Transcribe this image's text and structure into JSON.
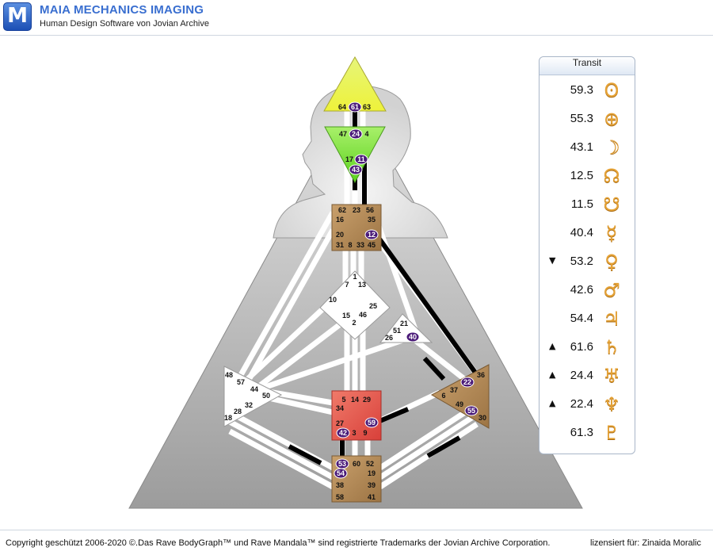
{
  "header": {
    "logo_letter": "M",
    "title": "MAIA MECHANICS IMAGING",
    "subtitle": "Human Design Software von Jovian Archive"
  },
  "transit": {
    "title": "Transit",
    "rows": [
      {
        "value": "59.3",
        "arrow": "",
        "glyph": "sun-icon",
        "symbol": "ʘ"
      },
      {
        "value": "55.3",
        "arrow": "",
        "glyph": "earth-icon",
        "symbol": "⊕"
      },
      {
        "value": "43.1",
        "arrow": "",
        "glyph": "moon-icon",
        "symbol": "☽"
      },
      {
        "value": "12.5",
        "arrow": "",
        "glyph": "north-node-icon",
        "symbol": "☊"
      },
      {
        "value": "11.5",
        "arrow": "",
        "glyph": "south-node-icon",
        "symbol": "☋"
      },
      {
        "value": "40.4",
        "arrow": "",
        "glyph": "mercury-icon",
        "symbol": "☿"
      },
      {
        "value": "53.2",
        "arrow": "▼",
        "glyph": "venus-icon",
        "symbol": "♀"
      },
      {
        "value": "42.6",
        "arrow": "",
        "glyph": "mars-icon",
        "symbol": "♂"
      },
      {
        "value": "54.4",
        "arrow": "",
        "glyph": "jupiter-icon",
        "symbol": "♃"
      },
      {
        "value": "61.6",
        "arrow": "▲",
        "glyph": "saturn-icon",
        "symbol": "♄"
      },
      {
        "value": "24.4",
        "arrow": "▲",
        "glyph": "uranus-icon",
        "symbol": "♅"
      },
      {
        "value": "22.4",
        "arrow": "▲",
        "glyph": "neptune-icon",
        "symbol": "♆"
      },
      {
        "value": "61.3",
        "arrow": "",
        "glyph": "pluto-icon",
        "symbol": "♇"
      }
    ]
  },
  "bodygraph": {
    "colors": {
      "head": "#eef23a",
      "ajna": "#6fdc2a",
      "throat": "#b68a58",
      "sacral": "#e8504a",
      "spleen_solar": "#b68a58",
      "root": "#b68a58",
      "undefined": "#ffffff",
      "activated_gate": "#4a1a78",
      "channel_active": "#000000",
      "channel_open": "#ffffff"
    },
    "gates": {
      "head": {
        "g64": "64",
        "g61": "61",
        "g63": "63"
      },
      "ajna": {
        "g47": "47",
        "g24": "24",
        "g4": "4",
        "g17": "17",
        "g11": "11",
        "g43": "43"
      },
      "throat": {
        "g62": "62",
        "g23": "23",
        "g56": "56",
        "g16": "16",
        "g35": "35",
        "g20": "20",
        "g12": "12",
        "g31": "31",
        "g8": "8",
        "g33": "33",
        "g45": "45"
      },
      "g_center": {
        "g1": "1",
        "g7": "7",
        "g13": "13",
        "g10": "10",
        "g25": "25",
        "g15": "15",
        "g46": "46",
        "g2": "2"
      },
      "ego": {
        "g21": "21",
        "g51": "51",
        "g26": "26",
        "g40": "40"
      },
      "spleen": {
        "g48": "48",
        "g57": "57",
        "g44": "44",
        "g50": "50",
        "g32": "32",
        "g28": "28",
        "g18": "18"
      },
      "solar": {
        "g36": "36",
        "g22": "22",
        "g37": "37",
        "g6": "6",
        "g49": "49",
        "g55": "55",
        "g30": "30"
      },
      "sacral": {
        "g5": "5",
        "g14": "14",
        "g29": "29",
        "g34": "34",
        "g27": "27",
        "g59": "59",
        "g42": "42",
        "g3": "3",
        "g9": "9"
      },
      "root": {
        "g53": "53",
        "g60": "60",
        "g52": "52",
        "g54": "54",
        "g19": "19",
        "g38": "38",
        "g39": "39",
        "g58": "58",
        "g41": "41"
      }
    }
  },
  "footer": {
    "copyright": "Copyright geschützt 2006-2020 ©.Das Rave BodyGraph™ und Rave Mandala™ sind registrierte Trademarks der Jovian Archive Corporation.",
    "license": "lizensiert für: Zinaida Moralic"
  }
}
